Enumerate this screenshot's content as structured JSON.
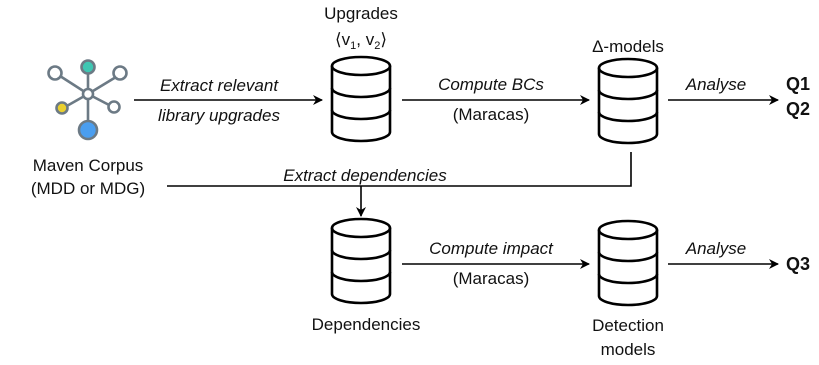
{
  "nodes": {
    "corpus": {
      "label_line1": "Maven Corpus",
      "label_line2": "(MDD or MDG)",
      "icon": "network-graph-icon"
    },
    "upgrades": {
      "label_line1": "Upgrades",
      "tuple_open": "⟨v",
      "tuple_sub1": "1",
      "tuple_mid": ", v",
      "tuple_sub2": "2",
      "tuple_close": "⟩",
      "icon": "database-icon"
    },
    "delta_models": {
      "label": "Δ-models",
      "icon": "database-icon"
    },
    "dependencies": {
      "label": "Dependencies",
      "icon": "database-icon"
    },
    "detection_models": {
      "label_line1": "Detection",
      "label_line2": "models",
      "icon": "database-icon"
    }
  },
  "edges": {
    "extract_upgrades": {
      "label_line1": "Extract relevant",
      "label_line2": "library upgrades"
    },
    "compute_bcs": {
      "label": "Compute BCs",
      "tool": "(Maracas)"
    },
    "analyse_top": {
      "label": "Analyse"
    },
    "extract_dependencies": {
      "label": "Extract dependencies"
    },
    "compute_impact": {
      "label": "Compute impact",
      "tool": "(Maracas)"
    },
    "analyse_bottom": {
      "label": "Analyse"
    }
  },
  "outputs": {
    "q1": "Q1",
    "q2": "Q2",
    "q3": "Q3"
  },
  "colors": {
    "node_teal": "#3fc7b3",
    "node_yellow": "#ead030",
    "node_blue": "#4a9ef0",
    "icon_gray": "#6c7a85"
  }
}
